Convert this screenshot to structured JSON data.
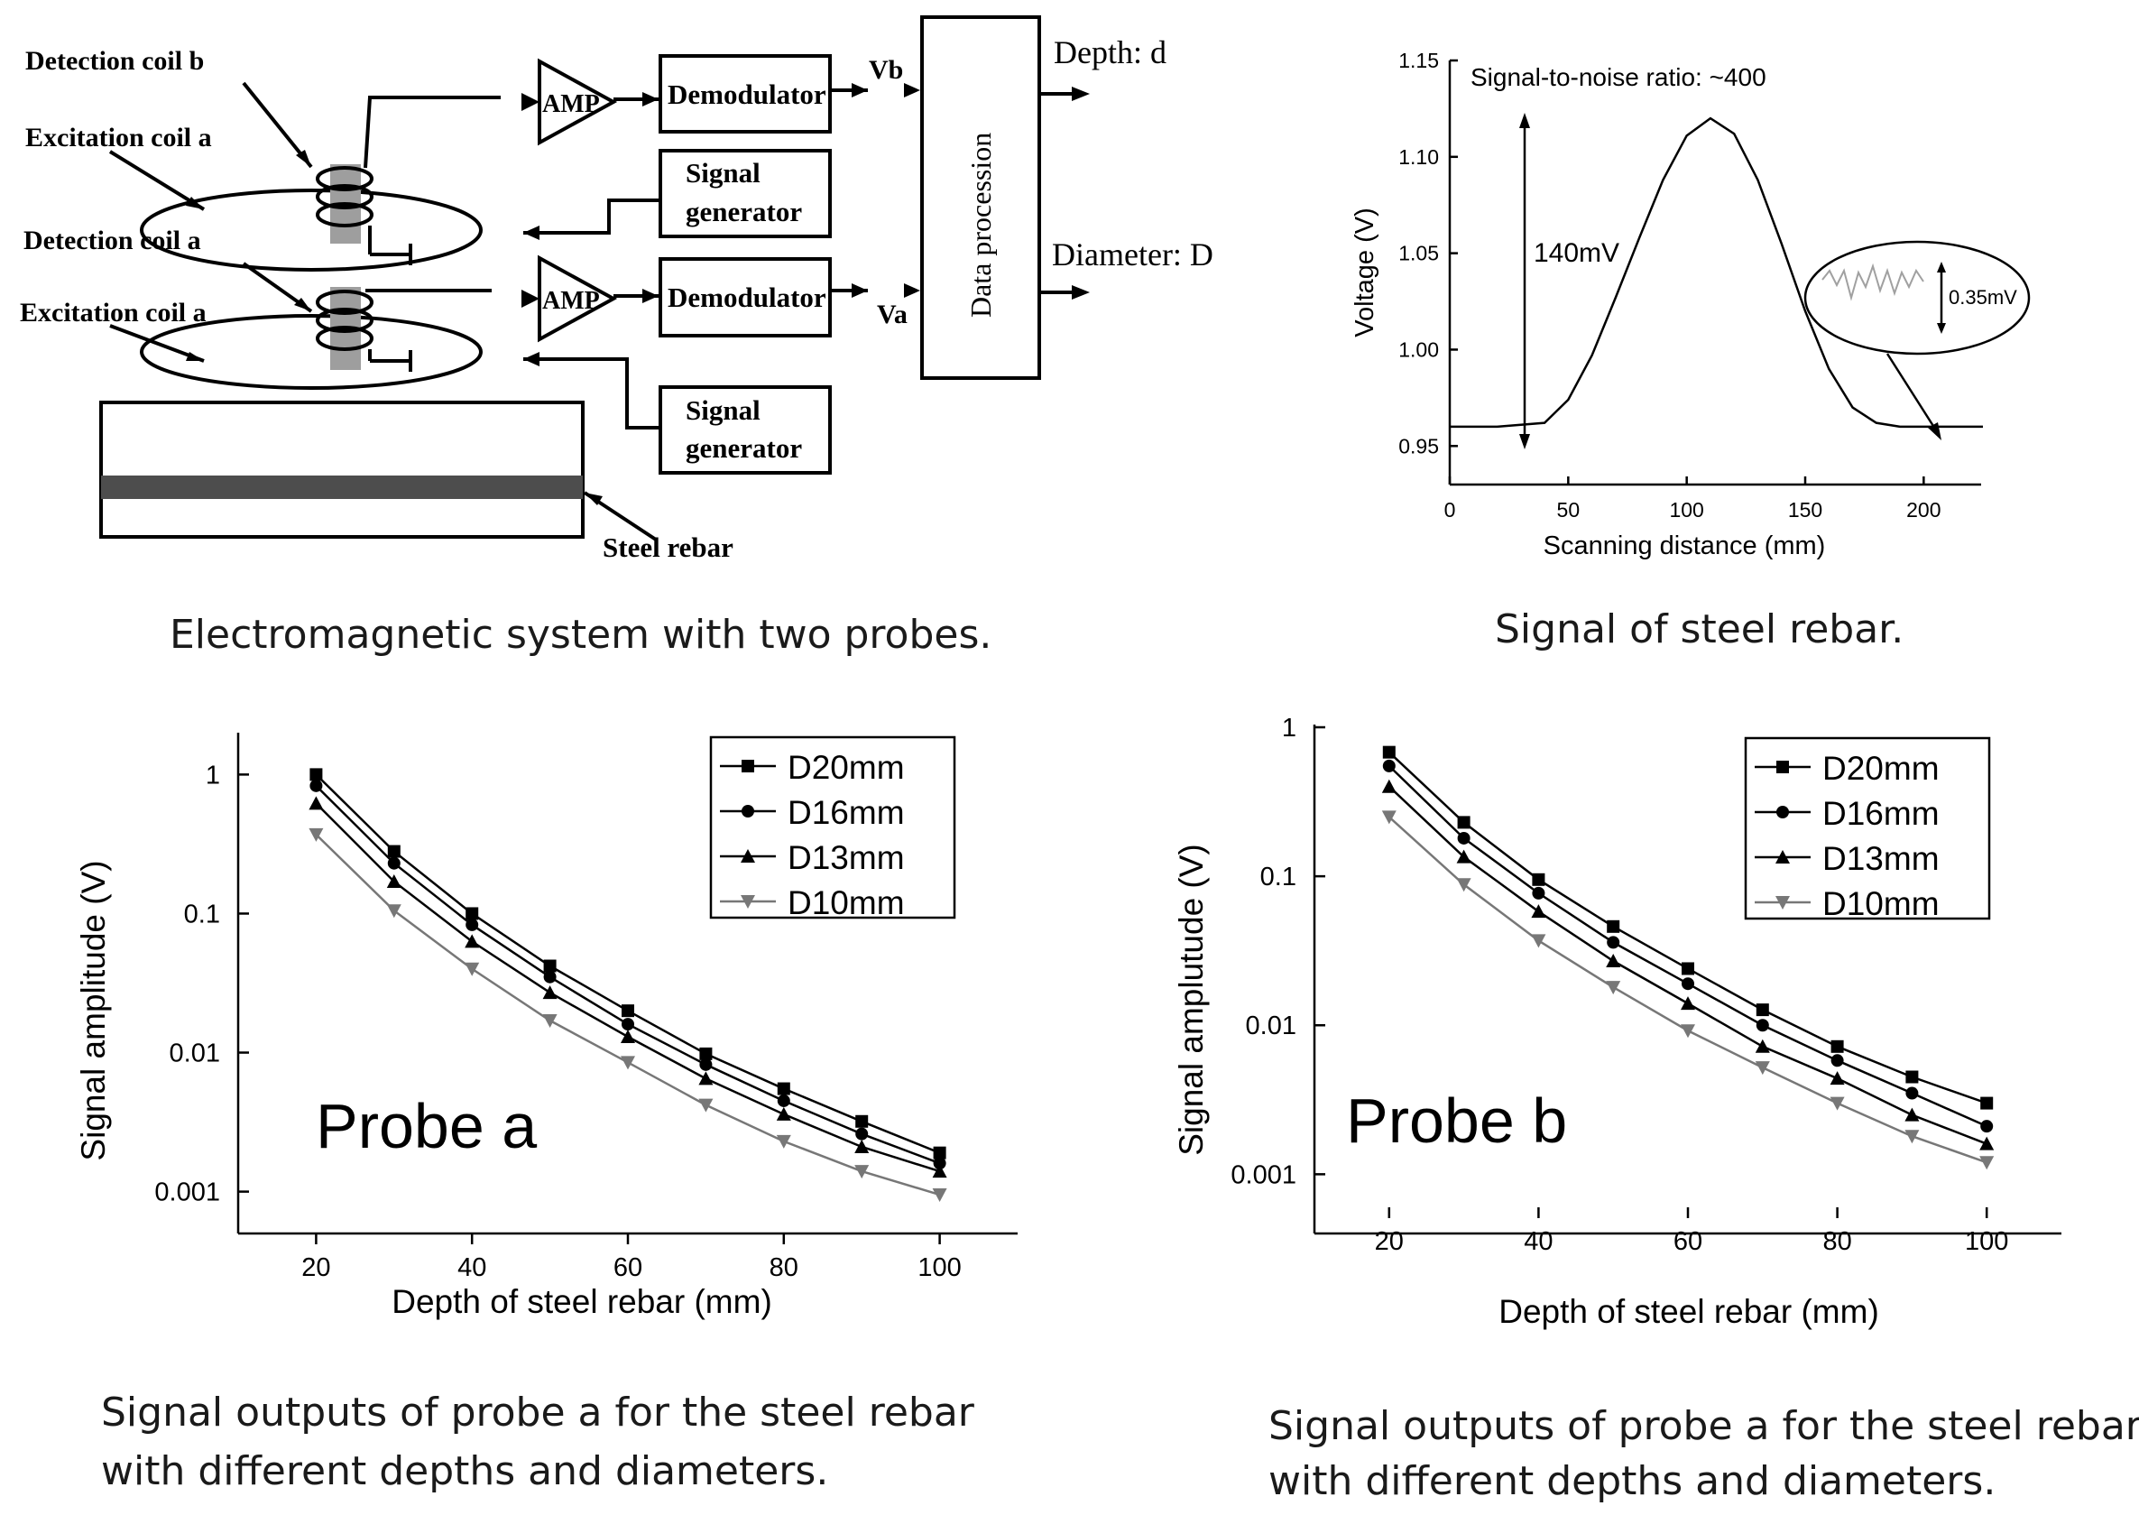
{
  "diagram": {
    "labels": {
      "det_b": "Detection coil b",
      "exc_a_top": "Excitation coil a",
      "det_a": "Detection coil a",
      "exc_a_bottom": "Excitation coil a",
      "amp": "AMP",
      "demod": "Demodulator",
      "siggen_line1": "Signal",
      "siggen_line2": "generator",
      "vb": "Vb",
      "va": "Va",
      "dataproc": "Data procession",
      "depth": "Depth: d",
      "diameter": "Diameter: D",
      "rebar": "Steel rebar"
    },
    "caption": "Electromagnetic system with two probes."
  },
  "charts": [
    {
      "type": "line",
      "caption": "Signal of steel rebar.",
      "xlabel": "Scanning distance (mm)",
      "ylabel": "Voltage (V)",
      "xlim": [
        0,
        225
      ],
      "ylim": [
        0.95,
        1.15
      ],
      "xticks": [
        0,
        50,
        100,
        150,
        200
      ],
      "yticks": [
        0.95,
        1.0,
        1.05,
        1.1,
        1.15
      ],
      "ytick_labels": [
        "0.95",
        "1.00",
        "1.05",
        "1.10",
        "1.15"
      ],
      "annotations": {
        "snr": "Signal-to-noise ratio: ~400",
        "amplitude": "140mV",
        "noise": "0.35mV"
      },
      "chart_data": {
        "type": "line",
        "series": [
          {
            "x": [
              0,
              20,
              40,
              50,
              60,
              70,
              80,
              90,
              100,
              110,
              120,
              130,
              140,
              150,
              160,
              170,
              180,
              190,
              200,
              210,
              225
            ],
            "y": [
              0.96,
              0.96,
              0.962,
              0.974,
              0.997,
              1.027,
              1.058,
              1.088,
              1.111,
              1.12,
              1.112,
              1.088,
              1.055,
              1.02,
              0.99,
              0.97,
              0.962,
              0.96,
              0.96,
              0.96,
              0.96
            ]
          }
        ]
      }
    },
    {
      "type": "line",
      "caption_line1": "Signal outputs of probe a for the steel rebar",
      "caption_line2": "with different depths and diameters.",
      "panel_label": "Probe a",
      "xlabel": "Depth of steel rebar (mm)",
      "ylabel": "Signal amplitude (V)",
      "log_y": true,
      "xlim": [
        10,
        110
      ],
      "ylim": [
        0.0005,
        2
      ],
      "xticks": [
        20,
        40,
        60,
        80,
        100
      ],
      "yticks": [
        0.001,
        0.01,
        0.1,
        1
      ],
      "ytick_labels": [
        "0.001",
        "0.01",
        "0.1",
        "1"
      ],
      "chart_data": {
        "type": "line",
        "x": [
          20,
          30,
          40,
          50,
          60,
          70,
          80,
          90,
          100
        ],
        "series": [
          {
            "name": "D20mm",
            "marker": "square",
            "color": "#000000",
            "values": [
              1.0,
              0.28,
              0.1,
              0.042,
              0.02,
              0.0098,
              0.0055,
              0.0032,
              0.0019
            ]
          },
          {
            "name": "D16mm",
            "marker": "circle",
            "color": "#000000",
            "values": [
              0.83,
              0.23,
              0.083,
              0.035,
              0.016,
              0.0082,
              0.0045,
              0.0026,
              0.0016
            ]
          },
          {
            "name": "D13mm",
            "marker": "triangle-up",
            "color": "#000000",
            "values": [
              0.62,
              0.17,
              0.063,
              0.027,
              0.013,
              0.0065,
              0.0036,
              0.0021,
              0.0014
            ]
          },
          {
            "name": "D10mm",
            "marker": "triangle-down",
            "color": "#777777",
            "values": [
              0.37,
              0.105,
              0.04,
              0.017,
              0.0085,
              0.0042,
              0.0023,
              0.0014,
              0.00095
            ]
          }
        ]
      }
    },
    {
      "type": "line",
      "caption_line1": "Signal outputs of probe a for the steel rebar",
      "caption_line2": "with different depths and diameters.",
      "panel_label": "Probe b",
      "xlabel": "Depth of steel rebar (mm)",
      "ylabel": "Signal amplutude (V)",
      "log_y": true,
      "xlim": [
        10,
        110
      ],
      "ylim": [
        0.0006,
        1
      ],
      "xticks": [
        20,
        40,
        60,
        80,
        100
      ],
      "yticks": [
        0.001,
        0.01,
        0.1,
        1
      ],
      "ytick_labels": [
        "0.001",
        "0.01",
        "0.1",
        "1"
      ],
      "chart_data": {
        "type": "line",
        "x": [
          20,
          30,
          40,
          50,
          60,
          70,
          80,
          90,
          100
        ],
        "series": [
          {
            "name": "D20mm",
            "marker": "square",
            "color": "#000000",
            "values": [
              0.68,
              0.23,
              0.095,
              0.046,
              0.024,
              0.0127,
              0.0072,
              0.0045,
              0.003
            ]
          },
          {
            "name": "D16mm",
            "marker": "circle",
            "color": "#000000",
            "values": [
              0.55,
              0.18,
              0.077,
              0.036,
              0.019,
              0.01,
              0.0058,
              0.0035,
              0.0021
            ]
          },
          {
            "name": "D13mm",
            "marker": "triangle-up",
            "color": "#000000",
            "values": [
              0.4,
              0.135,
              0.058,
              0.027,
              0.014,
              0.0072,
              0.0044,
              0.0025,
              0.0016
            ]
          },
          {
            "name": "D10mm",
            "marker": "triangle-down",
            "color": "#777777",
            "values": [
              0.25,
              0.088,
              0.037,
              0.018,
              0.0092,
              0.0052,
              0.003,
              0.0018,
              0.0012
            ]
          }
        ]
      }
    }
  ]
}
